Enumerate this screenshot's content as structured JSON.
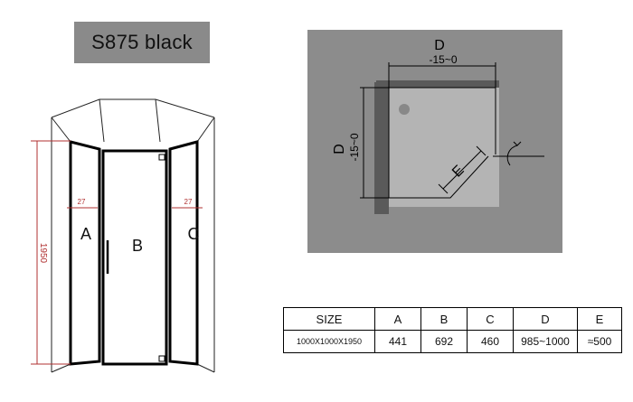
{
  "title": "S875 black",
  "front_view": {
    "height_label": "1950",
    "left_gap": "27",
    "right_gap": "27",
    "panel_a": "A",
    "panel_b": "B",
    "panel_c": "C"
  },
  "plan_view": {
    "top_dim_letter": "D",
    "top_dim_range": "-15~0",
    "side_dim_letter": "D",
    "side_dim_range": "-15~0",
    "diag_dim_letter": "E"
  },
  "table": {
    "headers": [
      "SIZE",
      "A",
      "B",
      "C",
      "D",
      "E"
    ],
    "row": [
      "1000X1000X1950",
      "441",
      "692",
      "460",
      "985~1000",
      "≈500"
    ]
  },
  "colors": {
    "title_bg": "#8a8a8a",
    "plan_bg": "#8c8c8c",
    "tray": "#b4b4b4",
    "frame": "#000000",
    "dim_red": "#b03030"
  }
}
